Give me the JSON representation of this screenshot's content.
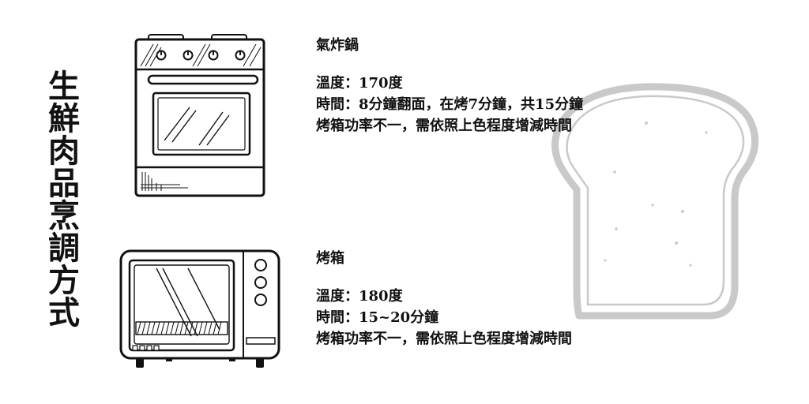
{
  "title": "生鮮肉品烹調方式",
  "sections": [
    {
      "name": "氣炸鍋",
      "temp": "溫度：170度",
      "time": "時間：8分鐘翻面，在烤7分鐘，共15分鐘",
      "note": "烤箱功率不一，需依照上色程度增減時間",
      "icon": "oven-icon"
    },
    {
      "name": "烤箱",
      "temp": "溫度：180度",
      "time": "時間：15~20分鐘",
      "note": "烤箱功率不一，需依照上色程度增減時間",
      "icon": "toaster-oven-icon"
    }
  ],
  "decor": {
    "icon": "bread-slice-icon",
    "color": "#c9c9c9"
  }
}
